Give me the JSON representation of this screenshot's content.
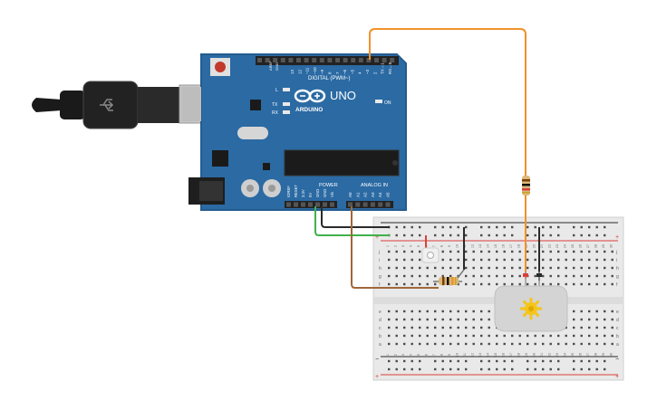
{
  "board": {
    "brand": "ARDUINO",
    "model": "UNO",
    "logo_glyph": "⊖⊕",
    "digital_label": "DIGITAL (PWM~)",
    "power_label": "POWER",
    "analog_label": "ANALOG IN",
    "on_label": "ON",
    "led_labels": [
      "L",
      "TX",
      "RX"
    ],
    "aref_gnd": [
      "AREF",
      "GND"
    ],
    "digital_pins": [
      "13",
      "12",
      "~11",
      "~10",
      "~9",
      "8",
      "7",
      "~6",
      "~5",
      "4",
      "~3",
      "2",
      "TX→1",
      "RX←0"
    ],
    "power_pins": [
      "IOREF",
      "RESET",
      "3.3V",
      "5V",
      "GND",
      "GND",
      "Vin"
    ],
    "analog_pins": [
      "A0",
      "A1",
      "A2",
      "A3",
      "A4",
      "A5"
    ]
  },
  "breadboard": {
    "row_letters_top": [
      "j",
      "i",
      "h",
      "g",
      "f"
    ],
    "row_letters_bottom": [
      "e",
      "d",
      "c",
      "b",
      "a"
    ],
    "columns": [
      "1",
      "2",
      "3",
      "4",
      "5",
      "6",
      "7",
      "8",
      "9",
      "10",
      "11",
      "12",
      "13",
      "14",
      "15",
      "16",
      "17",
      "18",
      "19",
      "20",
      "21",
      "22",
      "23",
      "24",
      "25",
      "26",
      "27",
      "28",
      "29",
      "30"
    ],
    "plus": "+",
    "minus": "−"
  },
  "colors": {
    "board": "#2b6aa3",
    "wire_orange": "#f0922a",
    "wire_brown": "#a0673a",
    "wire_green": "#3fb24a",
    "wire_black": "#2a2a2a",
    "rail_red": "#d9403a",
    "rail_black": "#2a2a2a",
    "motor_body": "#d4d4d4"
  },
  "icons": [
    "usb-cable-icon",
    "reset-button-icon",
    "power-jack-icon",
    "dc-motor-icon"
  ]
}
